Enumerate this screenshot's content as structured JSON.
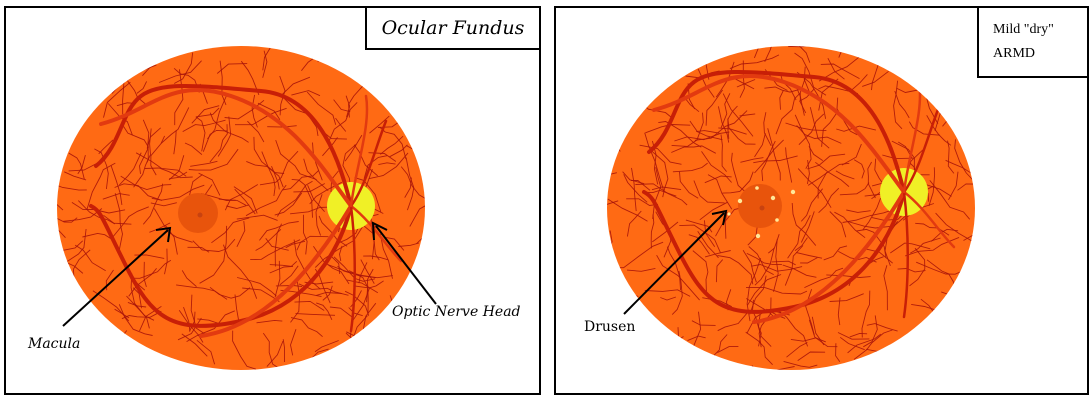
{
  "left_panel": {
    "title": "Ocular Fundus",
    "labels": {
      "macula": "Macula",
      "optic_nerve_head": "Optic Nerve Head"
    }
  },
  "right_panel": {
    "title_line1": "Mild \"dry\"",
    "title_line2": "ARMD",
    "labels": {
      "drusen": "Drusen"
    }
  },
  "colors": {
    "fundus": "#ff6a14",
    "macula": "#e8540c",
    "vessel_major": "#c81f07",
    "vessel_artery": "#e23a10",
    "vessel_minor": "#a8140a",
    "optic_disc": "#f0f026",
    "drusen": "#ffe89a"
  }
}
